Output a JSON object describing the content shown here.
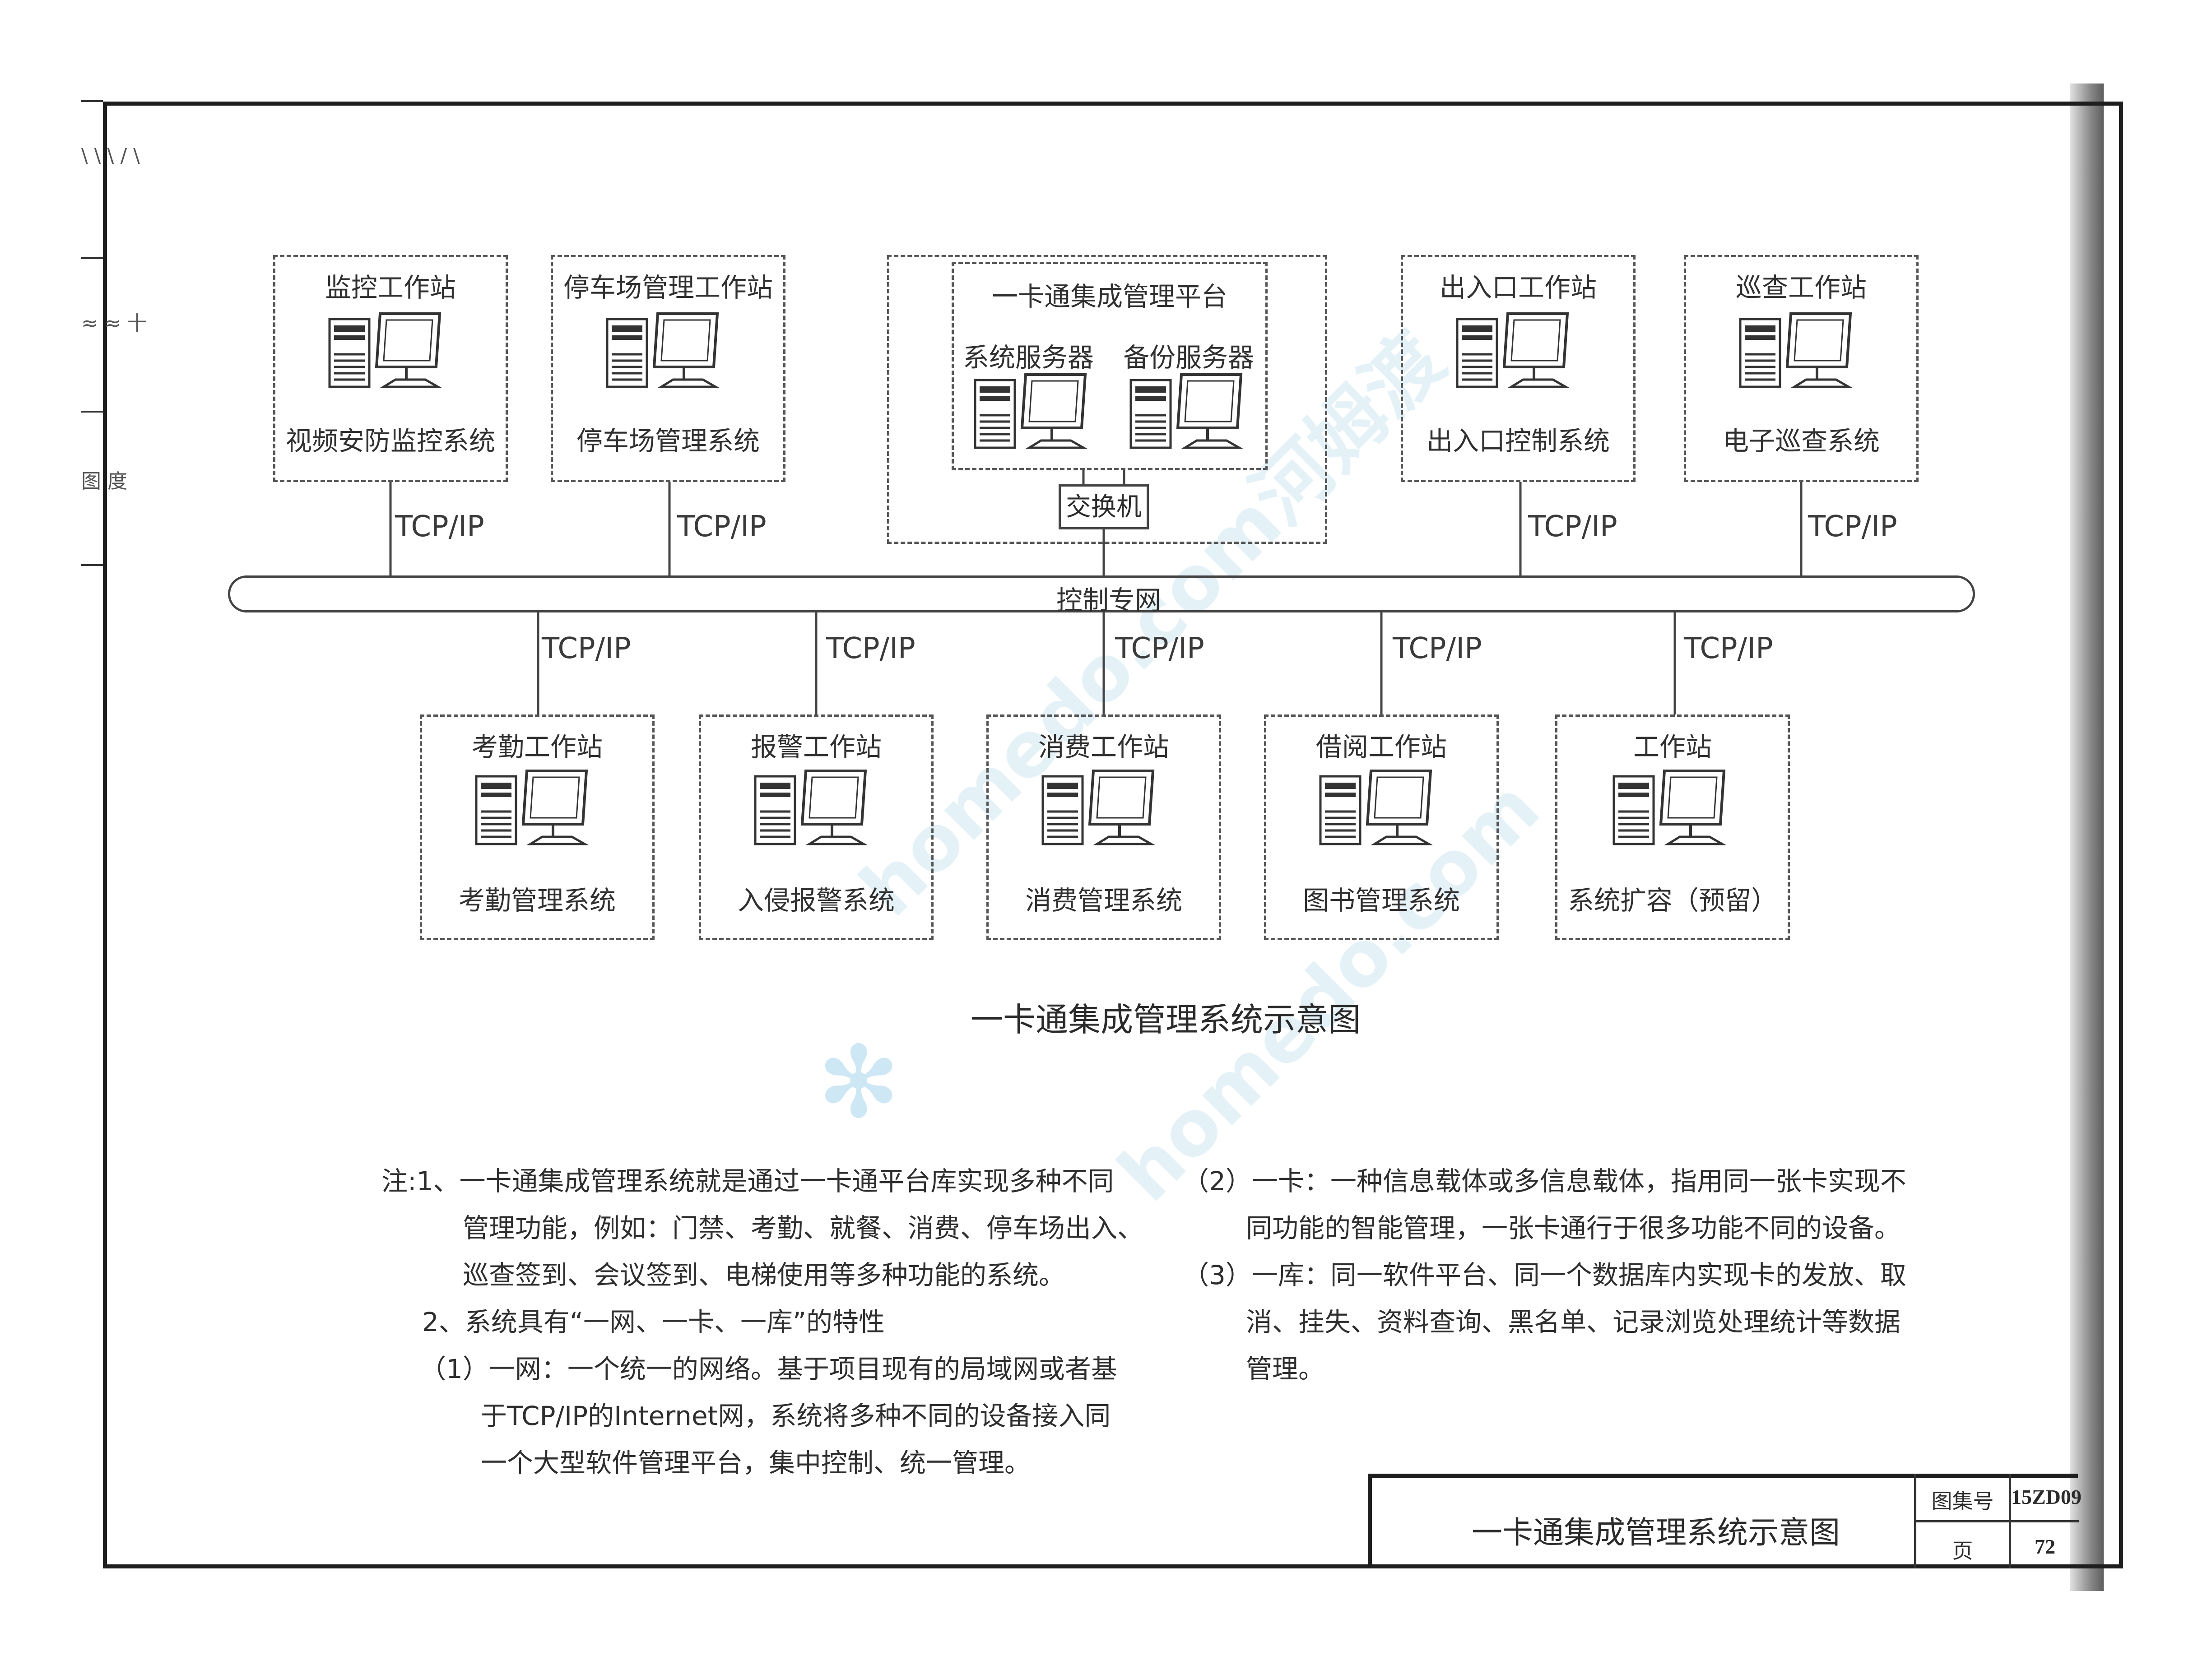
{
  "margin_marks": [
    "\\ \\ \\ / \\",
    "≈ ≈ 十",
    "图 度"
  ],
  "workstations_top": [
    {
      "title": "监控工作站",
      "system": "视频安防监控系统"
    },
    {
      "title": "停车场管理工作站",
      "system": "停车场管理系统"
    },
    {
      "title": "出入口工作站",
      "system": "出入口控制系统"
    },
    {
      "title": "巡查工作站",
      "system": "电子巡查系统"
    }
  ],
  "platform": {
    "title": "一卡通集成管理平台",
    "server_main": "系统服务器",
    "server_backup": "备份服务器",
    "switch": "交换机"
  },
  "network": {
    "bus_label": "控制专网",
    "protocol": "TCP/IP"
  },
  "workstations_bottom": [
    {
      "title": "考勤工作站",
      "system": "考勤管理系统"
    },
    {
      "title": "报警工作站",
      "system": "入侵报警系统"
    },
    {
      "title": "消费工作站",
      "system": "消费管理系统"
    },
    {
      "title": "借阅工作站",
      "system": "图书管理系统"
    },
    {
      "title": "工作站",
      "system": "系统扩容（预留）"
    }
  ],
  "diagram_caption": "一卡通集成管理系统示意图",
  "notes_left": [
    "注:1、一卡通集成管理系统就是通过一卡通平台库实现多种不同",
    "管理功能，例如：门禁、考勤、就餐、消费、停车场出入、",
    "巡查签到、会议签到、电梯使用等多种功能的系统。",
    "2、系统具有“一网、一卡、一库”的特性",
    "（1）一网：一个统一的网络。基于项目现有的局域网或者基",
    "于TCP/IP的Internet网，系统将多种不同的设备接入同",
    "一个大型软件管理平台，集中控制、统一管理。"
  ],
  "notes_right": [
    "（2）一卡：一种信息载体或多信息载体，指用同一张卡实现不",
    "同功能的智能管理，一张卡通行于很多功能不同的设备。",
    "（3）一库：同一软件平台、同一个数据库内实现卡的发放、取",
    "消、挂失、资料查询、黑名单、记录浏览处理统计等数据",
    "管理。"
  ],
  "title_block": {
    "title": "一卡通集成管理系统示意图",
    "atlas_label": "图集号",
    "atlas_value": "15ZD09",
    "page_label": "页",
    "page_value": "72"
  },
  "watermark": {
    "text1": "homedo.com河姆渡",
    "text2": "homedo.com"
  },
  "icons": [
    "computer-tower-icon",
    "monitor-icon",
    "flower-logo-icon"
  ],
  "colors": {
    "line": "#444444",
    "watermark": "#cfe8f3"
  }
}
